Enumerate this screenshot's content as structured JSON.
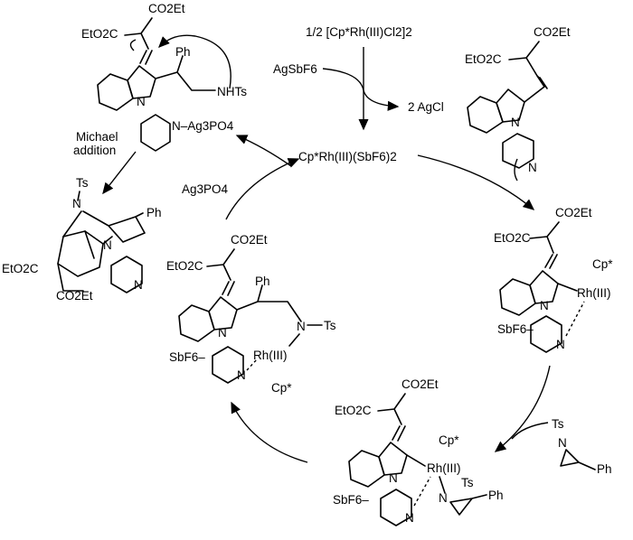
{
  "reagents": {
    "catalyst_precursor": "1/2 [Cp*Rh(III)Cl2]2",
    "additive": "AgSbF6",
    "byproduct": "2 AgCl",
    "active_catalyst": "Cp*Rh(III)(SbF6)2",
    "oxidant": "Ag3PO4",
    "step_michael_1": "Michael",
    "step_michael_2": "addition"
  },
  "atoms": {
    "co2et": "CO2Et",
    "eto2c": "EtO2C",
    "n": "N",
    "ph": "Ph",
    "ts": "Ts",
    "nhts": "NHTs",
    "ag3po4_cplx": "N–Ag3PO4",
    "cp_star": "Cp*",
    "rh": "Rh(III)",
    "sbf6": "SbF6–"
  }
}
